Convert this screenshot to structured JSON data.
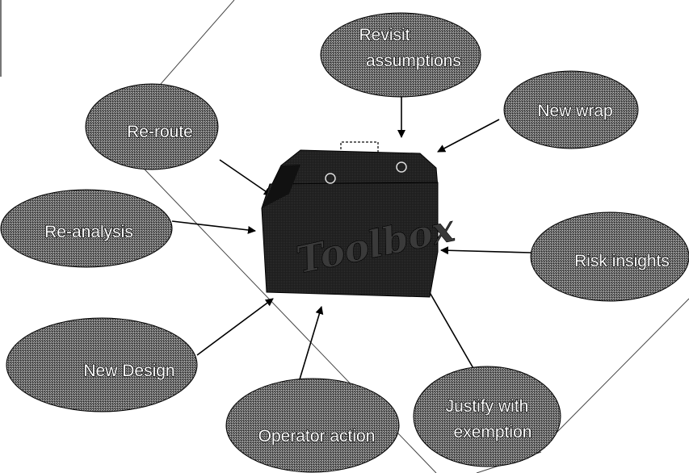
{
  "toolbox": {
    "label": "Toolbox"
  },
  "nodes": {
    "revisit": {
      "line1": "Revisit",
      "line2": "assumptions"
    },
    "new_wrap": {
      "line1": "New wrap"
    },
    "re_route": {
      "line1": "Re-route"
    },
    "re_analysis": {
      "line1": "Re-analysis"
    },
    "risk_insights": {
      "line1": "Risk insights"
    },
    "new_design": {
      "line1": "New Design"
    },
    "operator_action": {
      "line1": "Operator action"
    },
    "justify": {
      "line1": "Justify with",
      "line2": "exemption"
    }
  }
}
